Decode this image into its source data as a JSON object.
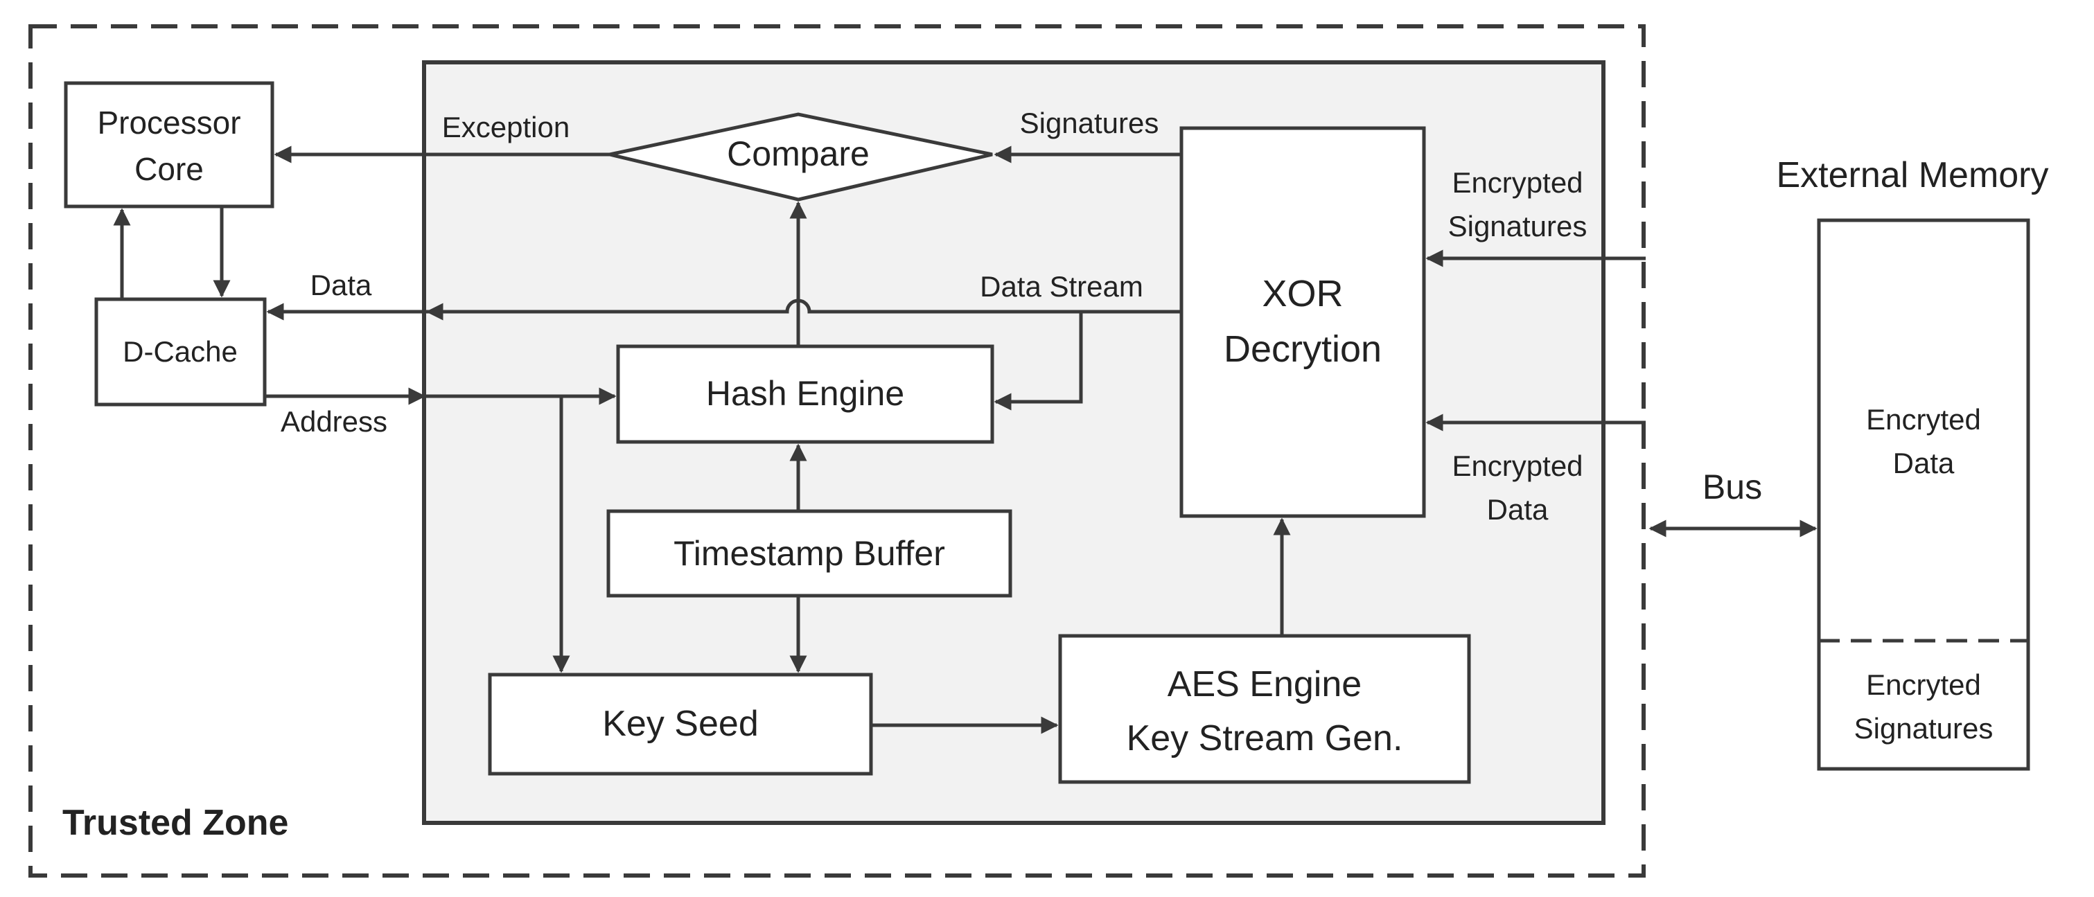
{
  "zone_label": "Trusted Zone",
  "blocks": {
    "processor_core": [
      "Processor",
      "Core"
    ],
    "d_cache": "D-Cache",
    "compare": "Compare",
    "hash_engine": "Hash Engine",
    "timestamp_buffer": "Timestamp Buffer",
    "key_seed": "Key Seed",
    "aes_engine": [
      "AES Engine",
      "Key Stream Gen."
    ],
    "xor_decryption": [
      "XOR",
      "Decrytion"
    ]
  },
  "signals": {
    "exception": "Exception",
    "signatures": "Signatures",
    "data": "Data",
    "data_stream": "Data Stream",
    "address": "Address",
    "encrypted_signatures": [
      "Encrypted",
      "Signatures"
    ],
    "encrypted_data": [
      "Encrypted",
      "Data"
    ],
    "bus": "Bus"
  },
  "external_memory": {
    "title": "External Memory",
    "data_region": [
      "Encryted",
      "Data"
    ],
    "signatures_region": [
      "Encryted",
      "Signatures"
    ]
  },
  "colors": {
    "line": "#3a3a3a",
    "inner_fill": "#f2f2f2",
    "text": "#222222"
  }
}
